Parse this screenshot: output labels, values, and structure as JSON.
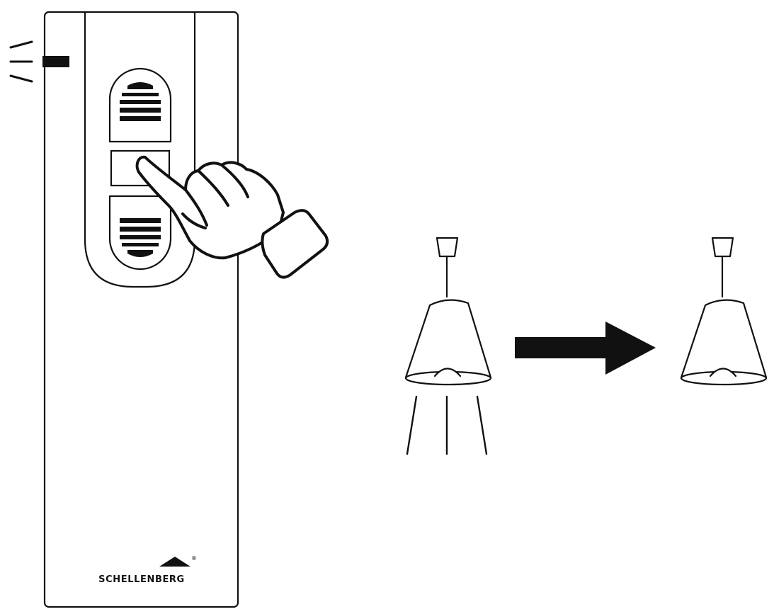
{
  "remote": {
    "brand_label": "SCHELLENBERG",
    "brand_mark": "®",
    "buttons": [
      {
        "name": "up-button",
        "icon": "up-grille-icon"
      },
      {
        "name": "stop-button",
        "icon": "blank"
      },
      {
        "name": "down-button",
        "icon": "down-grille-icon"
      }
    ],
    "status_led": "transmitting"
  },
  "lamps": [
    {
      "name": "lamp-on",
      "state": "on"
    },
    {
      "name": "lamp-off",
      "state": "off"
    }
  ],
  "colors": {
    "ink": "#111111",
    "background": "#ffffff"
  }
}
